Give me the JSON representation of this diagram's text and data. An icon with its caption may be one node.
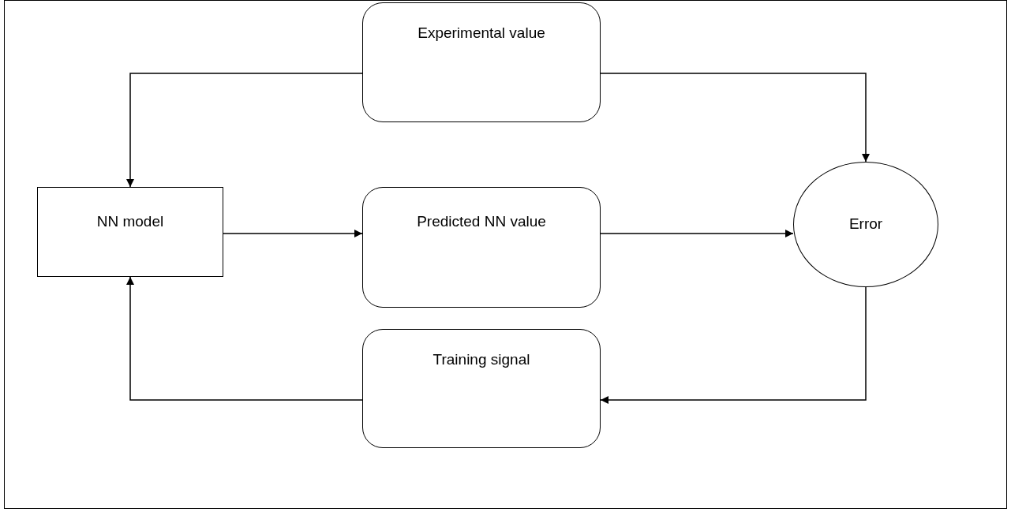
{
  "diagram": {
    "nodes": [
      {
        "text": [
          "Experimental value"
        ]
      },
      {
        "text": [
          "NN model"
        ]
      },
      {
        "text": [
          "Predicted NN value"
        ]
      },
      {
        "text": [
          "Error"
        ]
      },
      {
        "text": [
          "Training signal"
        ]
      }
    ],
    "edges": [
      {
        "from": 0,
        "to": 1,
        "arrow": "to"
      },
      {
        "from": 0,
        "to": 3,
        "arrow": "to"
      },
      {
        "from": 1,
        "to": 2,
        "arrow": "to"
      },
      {
        "from": 2,
        "to": 3,
        "arrow": "to"
      },
      {
        "from": 3,
        "to": 4,
        "arrow": "to"
      },
      {
        "from": 4,
        "to": 1,
        "arrow": "to"
      }
    ]
  }
}
